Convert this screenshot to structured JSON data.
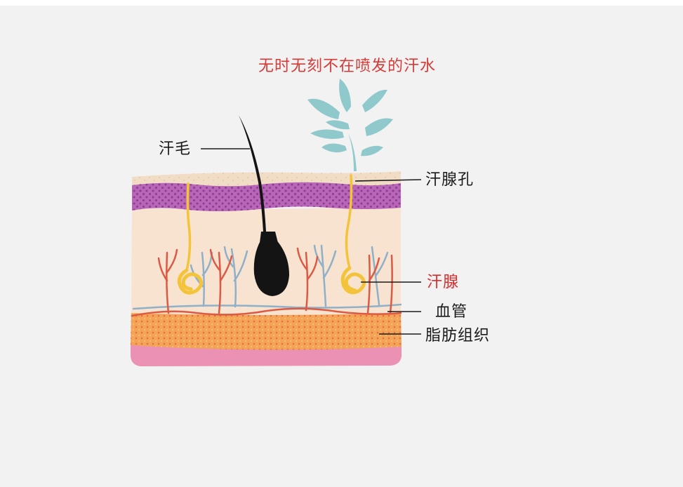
{
  "title": "无时无刻不在喷发的汗水",
  "labels": {
    "hair": "汗毛",
    "pore": "汗腺孔",
    "gland": "汗腺",
    "vessel": "血管",
    "fat": "脂肪组织"
  },
  "colors": {
    "background": "#f3f2f3",
    "title": "#d63a35",
    "label": "#1a1a1a",
    "gland_label": "#e02a2a",
    "skin_top": "#f1dcc5",
    "epidermis": "#b766b8",
    "dermis": "#f7e3d0",
    "fat": "#f4a35a",
    "subcutis": "#eb92b4",
    "hair": "#141414",
    "sweat_duct": "#f3c33a",
    "artery": "#dc5a43",
    "vein": "#8fb0c8",
    "sweat_spray": "#8fc9cc"
  }
}
